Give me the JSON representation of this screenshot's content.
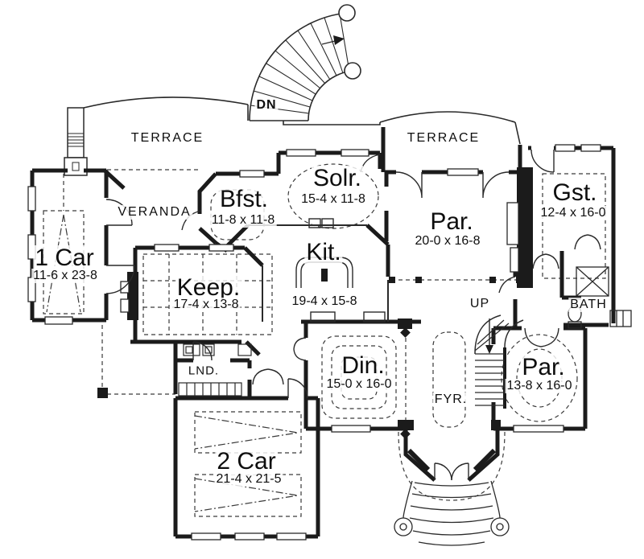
{
  "colors": {
    "ink": "#1b1b1b",
    "paper": "#ffffff"
  },
  "plan": {
    "areas": {
      "terrace_left": "TERRACE",
      "terrace_right": "TERRACE",
      "veranda": "VERANDA",
      "dn": "DN",
      "up": "UP",
      "lnd": "LND.",
      "fyr": "FYR.",
      "bath": "BATH"
    },
    "rooms": {
      "car1": {
        "name": "1 Car",
        "dims": "11-6 x 23-8"
      },
      "bfst": {
        "name": "Bfst.",
        "dims": "11-8 x 11-8"
      },
      "solr": {
        "name": "Solr.",
        "dims": "15-4 x 11-8"
      },
      "kit": {
        "name": "Kit.",
        "dims": "19-4 x 15-8"
      },
      "keep": {
        "name": "Keep.",
        "dims": "17-4 x 13-8"
      },
      "par_main": {
        "name": "Par.",
        "dims": "20-0 x 16-8"
      },
      "gst": {
        "name": "Gst.",
        "dims": "12-4 x 16-0"
      },
      "din": {
        "name": "Din.",
        "dims": "15-0 x 16-0"
      },
      "par_right": {
        "name": "Par.",
        "dims": "13-8 x 16-0"
      },
      "car2": {
        "name": "2 Car",
        "dims": "21-4 x 21-5"
      }
    }
  }
}
